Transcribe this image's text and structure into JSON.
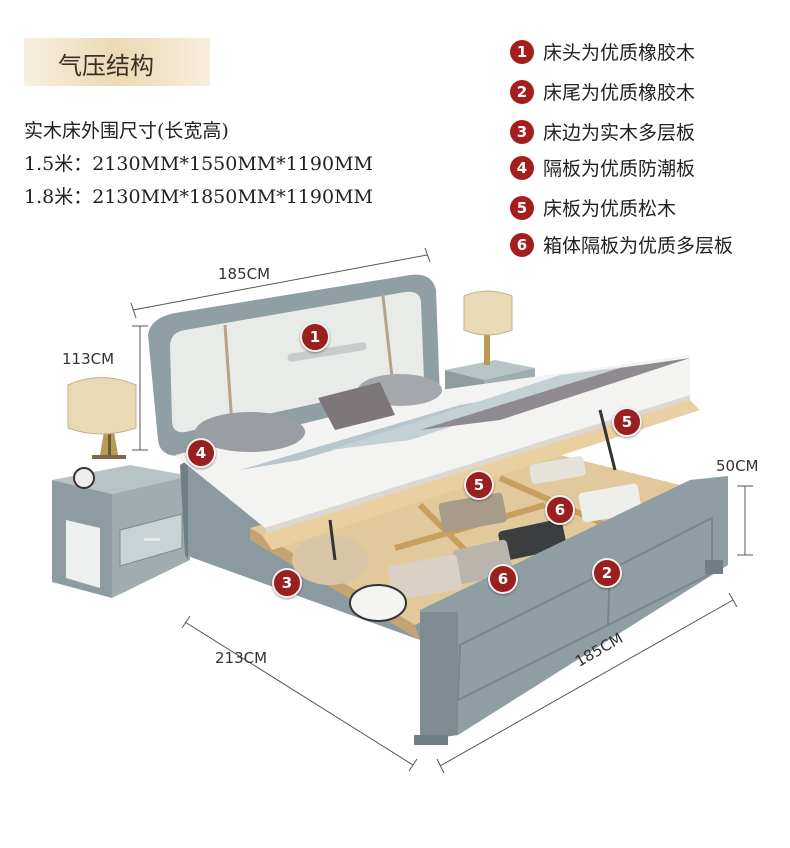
{
  "header": {
    "title": "气压结构"
  },
  "dimensions": {
    "heading": "实木床外围尺寸(长宽高)",
    "size_15": "1.5米：2130MM*1550MM*1190MM",
    "size_18": "1.8米：2130MM*1850MM*1190MM"
  },
  "features": [
    {
      "num": "1",
      "label": "床头为优质橡胶木"
    },
    {
      "num": "2",
      "label": "床尾为优质橡胶木"
    },
    {
      "num": "3",
      "label": "床边为实木多层板"
    },
    {
      "num": "4",
      "label": "隔板为优质防潮板"
    },
    {
      "num": "5",
      "label": "床板为优质松木"
    },
    {
      "num": "6",
      "label": "箱体隔板为优质多层板"
    }
  ],
  "measure": {
    "width_top": "185CM",
    "height_head": "113CM",
    "height_foot": "50CM",
    "length": "213CM",
    "width_bottom": "185CM"
  },
  "colors": {
    "accent_red": "#a51d1d",
    "bed_frame": "#8e9ea3",
    "title_gold": "#ecd9b4"
  }
}
